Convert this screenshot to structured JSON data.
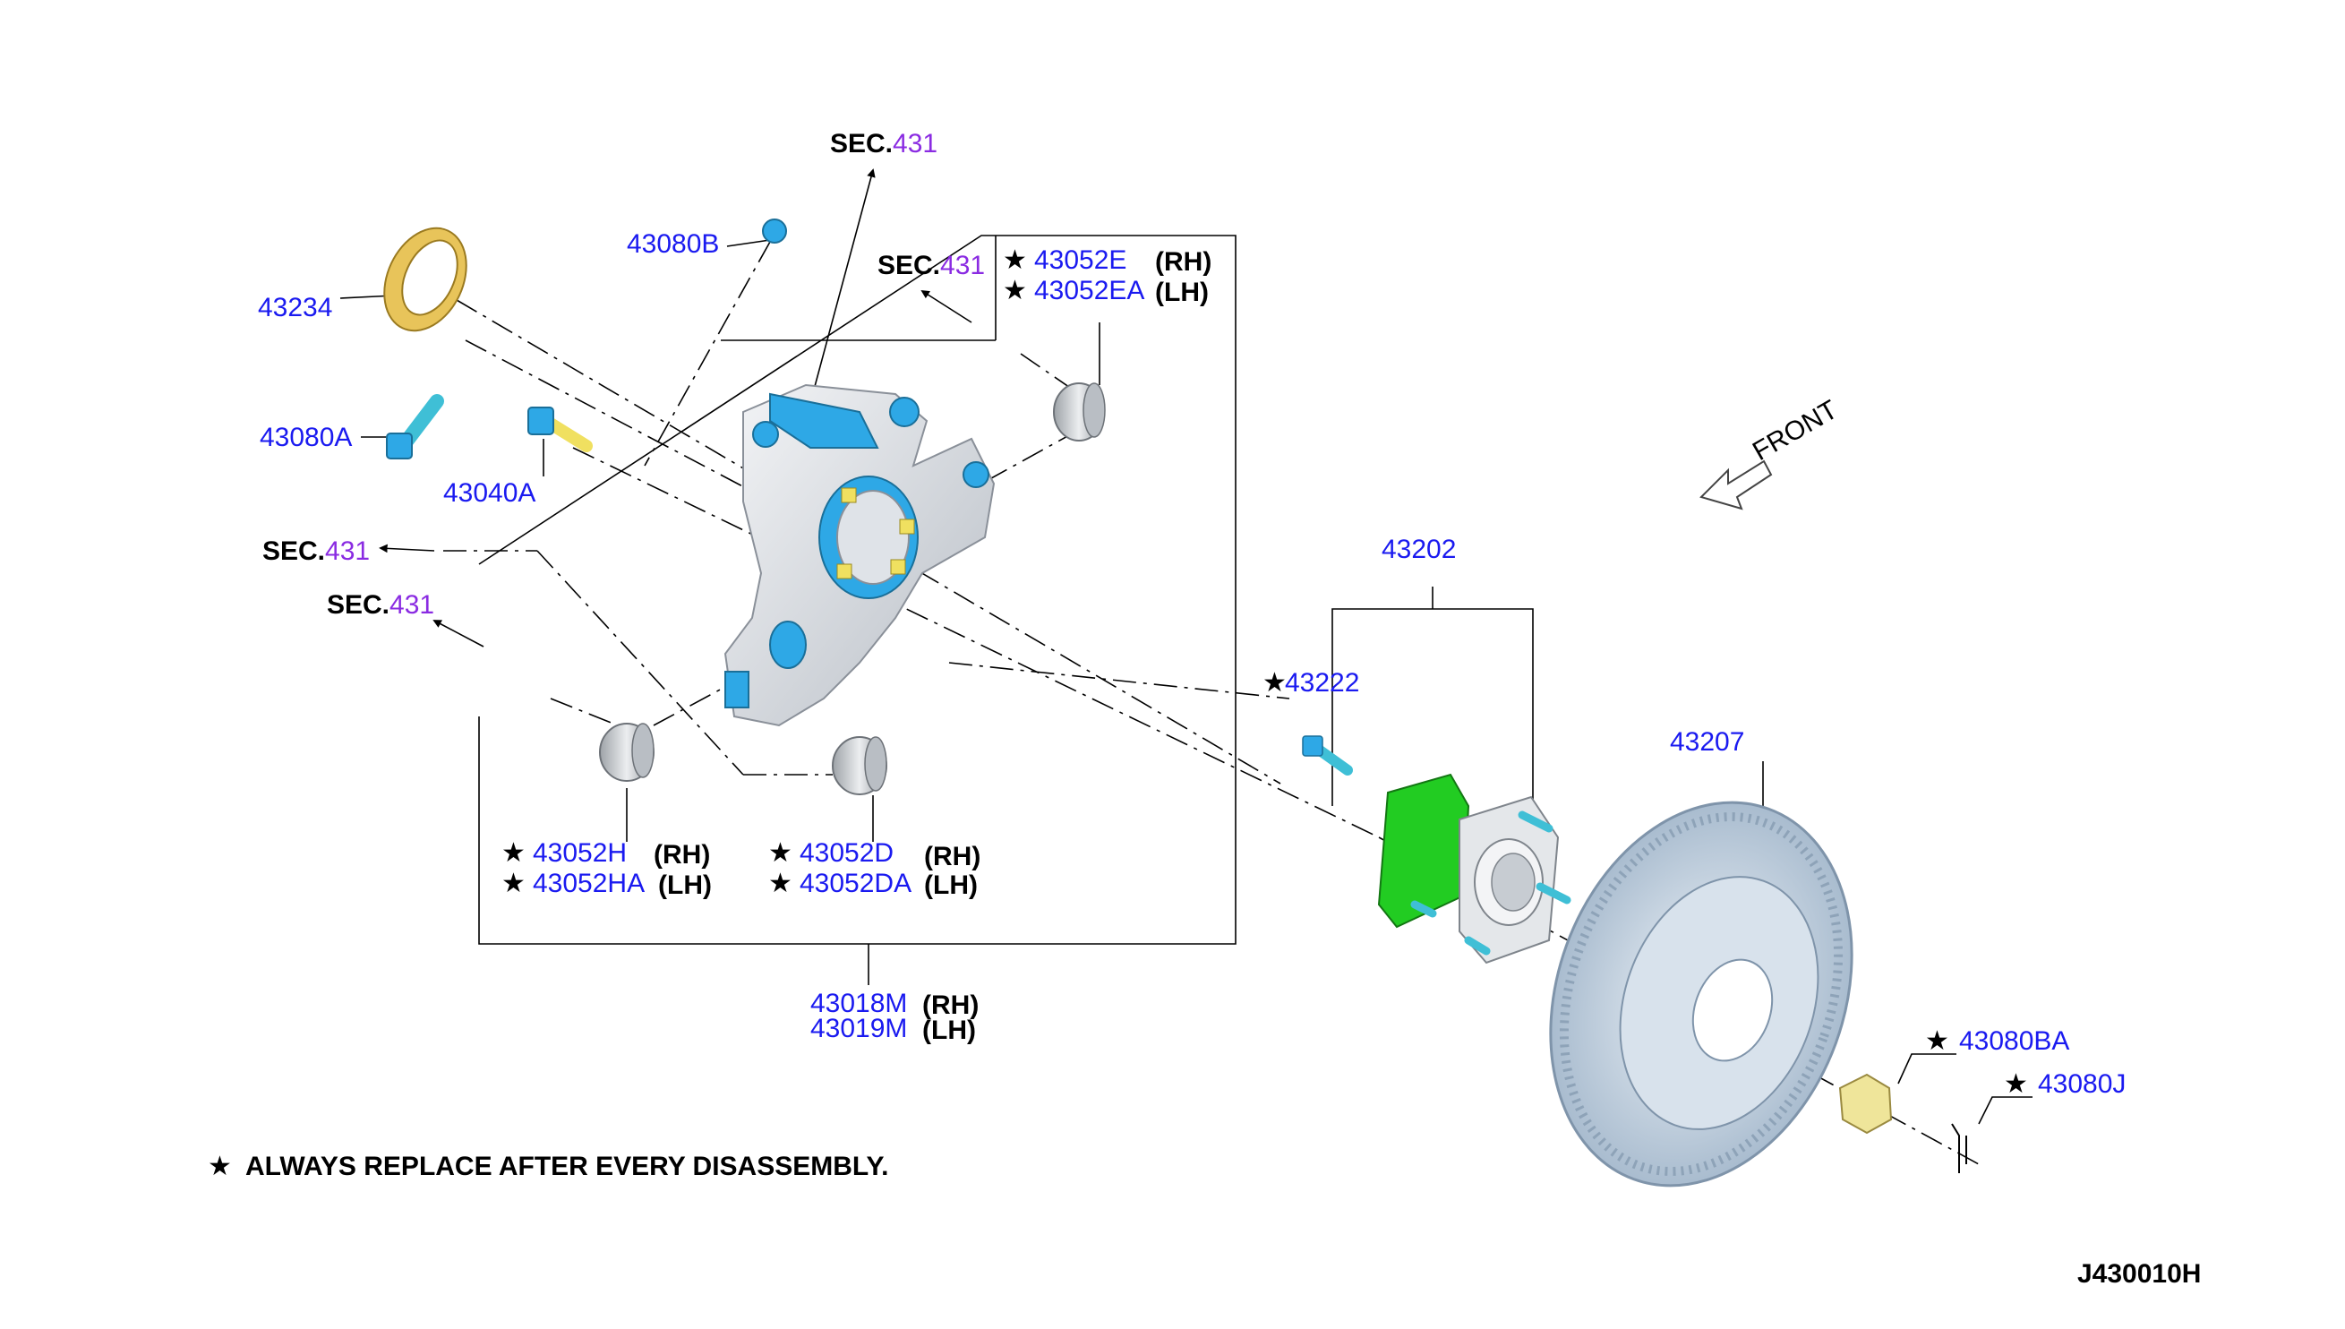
{
  "diagram": {
    "diagram_code": "J430010H",
    "note": {
      "star": "★",
      "text": "ALWAYS REPLACE AFTER EVERY DISASSEMBLY."
    },
    "front_label": "FRONT",
    "sec_refs": [
      {
        "prefix": "SEC.",
        "number": "431"
      },
      {
        "prefix": "SEC.",
        "number": "431"
      },
      {
        "prefix": "SEC.",
        "number": "431"
      },
      {
        "prefix": "SEC.",
        "number": "431"
      }
    ],
    "parts": {
      "p43080B": "43080B",
      "p43234": "43234",
      "p43080A": "43080A",
      "p43040A": "43040A",
      "p43052E": "43052E",
      "p43052E_side": "(RH)",
      "p43052EA": "43052EA",
      "p43052EA_side": "(LH)",
      "p43052H": "43052H",
      "p43052H_side": "(RH)",
      "p43052HA": "43052HA",
      "p43052HA_side": "(LH)",
      "p43052D": "43052D",
      "p43052D_side": "(RH)",
      "p43052DA": "43052DA",
      "p43052DA_side": "(LH)",
      "p43018M": "43018M",
      "p43018M_side": "(RH)",
      "p43019M": "43019M",
      "p43019M_side": "(LH)",
      "p43202": "43202",
      "p43222": "43222",
      "p43207": "43207",
      "p43080BA": "43080BA",
      "p43080J": "43080J"
    },
    "colors": {
      "label_blue": "#1a1af0",
      "sec_purple": "#8a2be2",
      "knuckle": "#d9dde2",
      "knuckle_highlight": "#2ea8e6",
      "hub_green": "#22cc22",
      "rotor": "#c9d6e3",
      "stud": "#3fbfd6",
      "nut": "#efe59a",
      "shim": "#e8c45a"
    },
    "icons": [
      "star-icon",
      "arrow-icon",
      "front-arrow-icon"
    ]
  }
}
